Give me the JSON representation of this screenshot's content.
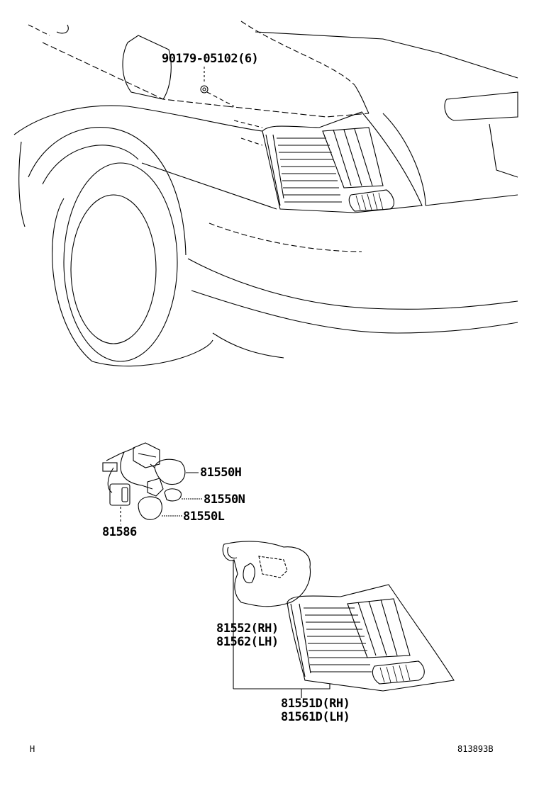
{
  "diagram": {
    "type": "exploded-parts-diagram",
    "subject": "Rear combination (tail) lamp assembly"
  },
  "callouts": {
    "clip": "90179-05102(6)",
    "bulb_h": "81550H",
    "bulb_n": "81550N",
    "bulb_l": "81550L",
    "socket_wire": "81586",
    "gasket_rh": "81552(RH)",
    "gasket_lh": "81562(LH)",
    "lamp_rh": "81551D(RH)",
    "lamp_lh": "81561D(LH)"
  },
  "footer": {
    "left_code": "H",
    "figure_id": "813893B"
  }
}
